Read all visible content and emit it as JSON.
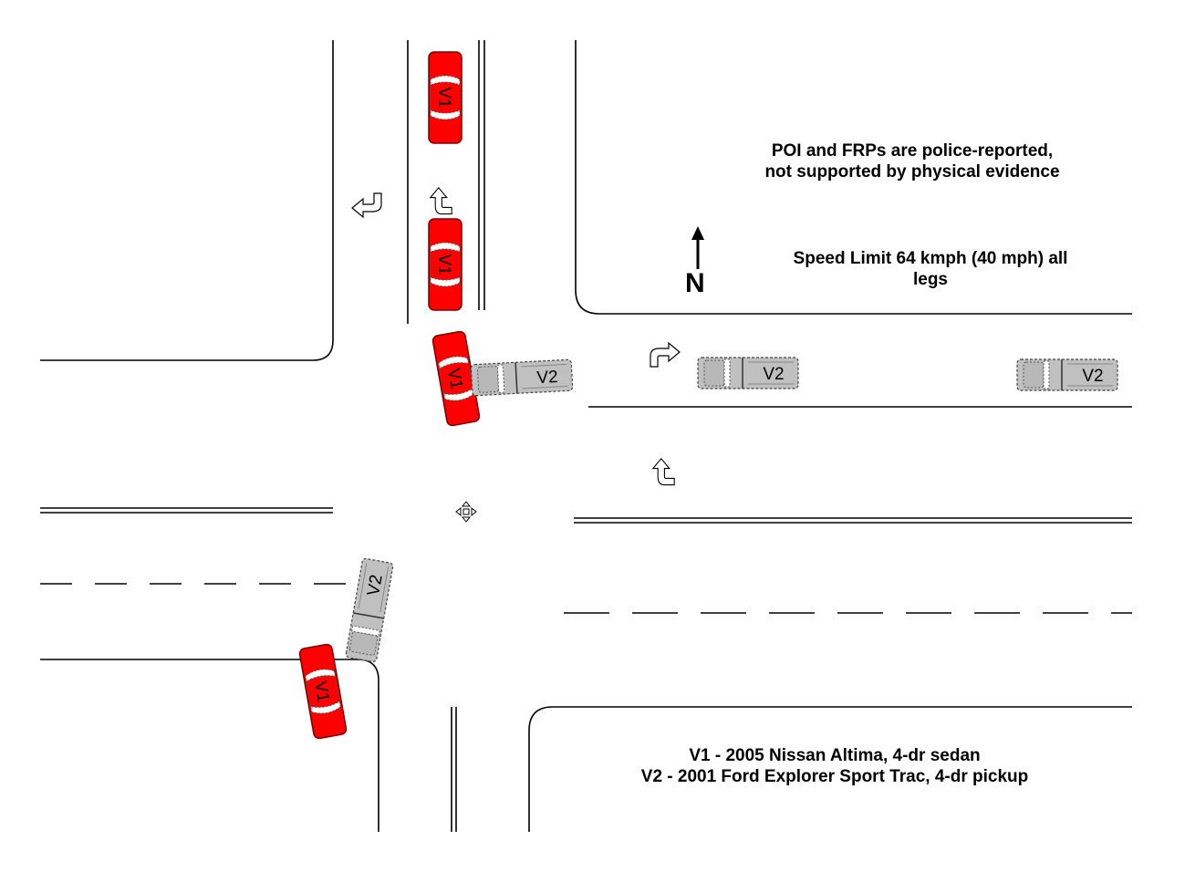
{
  "notes": {
    "poi_line1": "POI and FRPs are police-reported,",
    "poi_line2": "not supported by physical evidence",
    "speed_line1": "Speed Limit 64 kmph (40 mph) all",
    "speed_line2": "legs",
    "legend_v1": "V1 - 2005 Nissan Altima, 4-dr sedan",
    "legend_v2": "V2 - 2001 Ford Explorer Sport Trac, 4-dr pickup"
  },
  "north_arrow": {
    "label": "N"
  },
  "vehicles": {
    "v1": {
      "label": "V1",
      "body_color": "#ff0000"
    },
    "v2": {
      "label": "V2",
      "body_color": "#c0c0c0"
    }
  },
  "colors": {
    "road_line": "#000000",
    "v1": "#ff0000",
    "v2": "#c0c0c0",
    "arrow": "#ffffff"
  },
  "icons": [
    "turn-arrow-icon",
    "move-cursor-icon",
    "north-arrow-icon"
  ]
}
